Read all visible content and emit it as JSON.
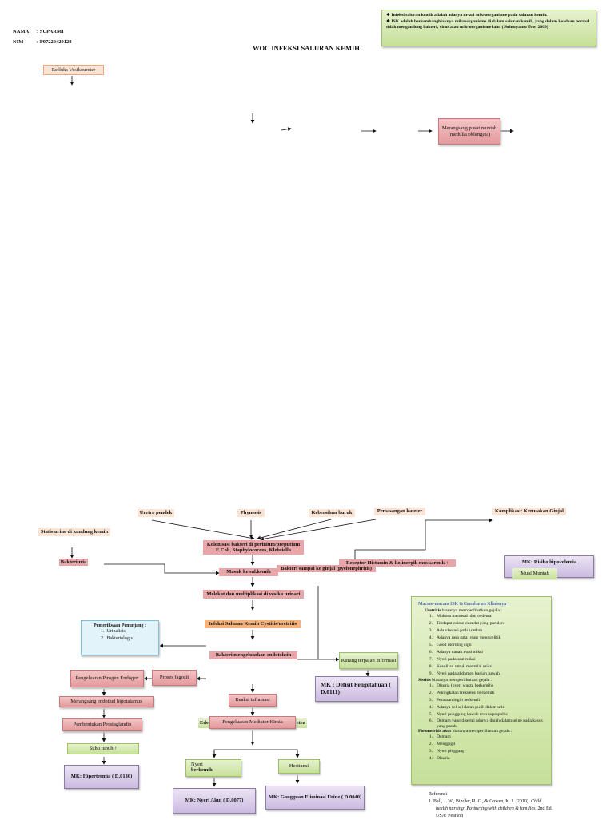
{
  "header": {
    "nama_label": "NAMA",
    "nama_value": ": SUPARMI",
    "nim_label": "NIM",
    "nim_value": ": P07220420128",
    "title": "WOC INFEKSI SALURAN KEMIH"
  },
  "definition_box": {
    "line1": "Infeksi saluran kemih adalah adanya invasi mikroorganisme pada saluran kemih.",
    "line2": "ISK adalah berkembangbiaknya mikroorganisme di dalam saluran kemih, yang dalam keadaan normal tidak mengandung bakteri, virus atau mikroorganisme lain. ( Suharyanto Tow, 2009)"
  },
  "top_nodes": {
    "refluks": "Refluks Vesikoureter",
    "pusat_muntah": "Merangsang pusat muntah (medulla oblongata)"
  },
  "nodes": {
    "uretra": "Uretra pendek",
    "phymosis": "Phymosis",
    "kebersihan": "Kebersihan buruk",
    "kateter": "Pemasangan kateter",
    "komplikasi": "Komplikasi: Kerusakan Ginjal",
    "statis": "Statis urine di kandung kemih",
    "kolonisasi": "Kolonisasi bakteri di perinium/preputium E.Coli, Staphylococcus, Klebsiella",
    "bakteriuria": "Bakteriuria",
    "reseptor": "Reseptor Histamin & kolinergik muskarinik ↑",
    "bakteri_ginjal": "Bakteri sampai ke ginjal (pyelonephritis)",
    "mk_risiko": "MK: Risiko hipovolemia",
    "mual": "Mual Muntah",
    "masuk": "Masuk ke sal.kemih",
    "melekat": "Melekat dan multiplikasi di vesika urinari",
    "infeksi": "Infeksi Saluran Kemih Cystitis/uretritis",
    "pemeriksaan_title": "Pemeriksaan Penunjang :",
    "pemeriksaan_items": [
      "Urinalisis",
      "Bakteriologis"
    ],
    "endotoksin": "Bakteri mengeluarkan endotoksin",
    "kurang_info": "Kurang terpajan informasi",
    "mk_defisit": "MK : Defisit Pengetahuan ( D.0111)",
    "pengeluaran_pirogen": "Pengeluaran Pirogen Endogen",
    "proses_fagosit": "Proses fagosit",
    "merangsang_hipo": "Merangsang endothel hipotalamus",
    "pembentukan": "Pembentukan Prostaglandin",
    "suhu": "Suhu tubuh ↑",
    "mk_hipertermia": "MK: Hipertermia ( D.0130)",
    "reaksi": "Reaksi inflamasi",
    "edema_left": "Edema",
    "mediator": "Pengeluaran Mediator Kimia",
    "edema_right": "etea",
    "nyeri": "Nyeri",
    "nyeri_sub": "berkemih",
    "hesitansi": "Hesitansi",
    "mk_nyeri": "MK: Nyeri Akut ( D.0077)",
    "mk_eliminasi": "MK: Gangguan Eliminasi Urine ( D.0040)"
  },
  "isk_box": {
    "title": "Macam-macam ISK & Gambaran Klinisnya :",
    "uretritis_head": "Uretritis",
    "uretritis_tail": " biasanya memperlihatkan gejala :",
    "uretritis_items": [
      "Mukosa memerah dan oedema",
      "Terdapat cairan eksudat yang purulent",
      "Ada ulserasi pada urethra",
      "Adanya rasa gatal yang menggelitik",
      "Good morning sign",
      "Adanya nanah awal miksi",
      "Nyeri pada saat miksi",
      "Kesulitan untuk memulai miksi",
      "Nyeri pada abdomen bagian bawah."
    ],
    "sistitis_head": "Sistitis",
    "sistitis_tail": " biasanya memperlihatkan gejala :",
    "sistitis_items": [
      "Disuria (nyeri waktu berkemih)",
      "Peningkatan frekuensi berkemih",
      "Perasaan ingin berkemih",
      "Adanya sel-sel darah putih dalam urin",
      "Nyeri punggung bawah atau suprapubic",
      "Demam yang disertai adanya darah dalam urine pada kasus yang parah."
    ],
    "pielo_head": "Pielonefritis akut",
    "pielo_tail": " biasanya memperlihatkan gejala :",
    "pielo_items": [
      "Demam",
      "Menggigil",
      "Nyeri pinggang",
      "Disuria"
    ]
  },
  "references": {
    "title": "Referensi",
    "item_prefix": "1.  Ball, J. W., Bindler, R. C., & Cowen, K. J. (2010). ",
    "item_italic1": "Child",
    "item_italic2": "health nursing: Partnering with children & families.",
    "item_suffix": " 2nd Ed.",
    "item_line3": "USA: Pearson"
  }
}
